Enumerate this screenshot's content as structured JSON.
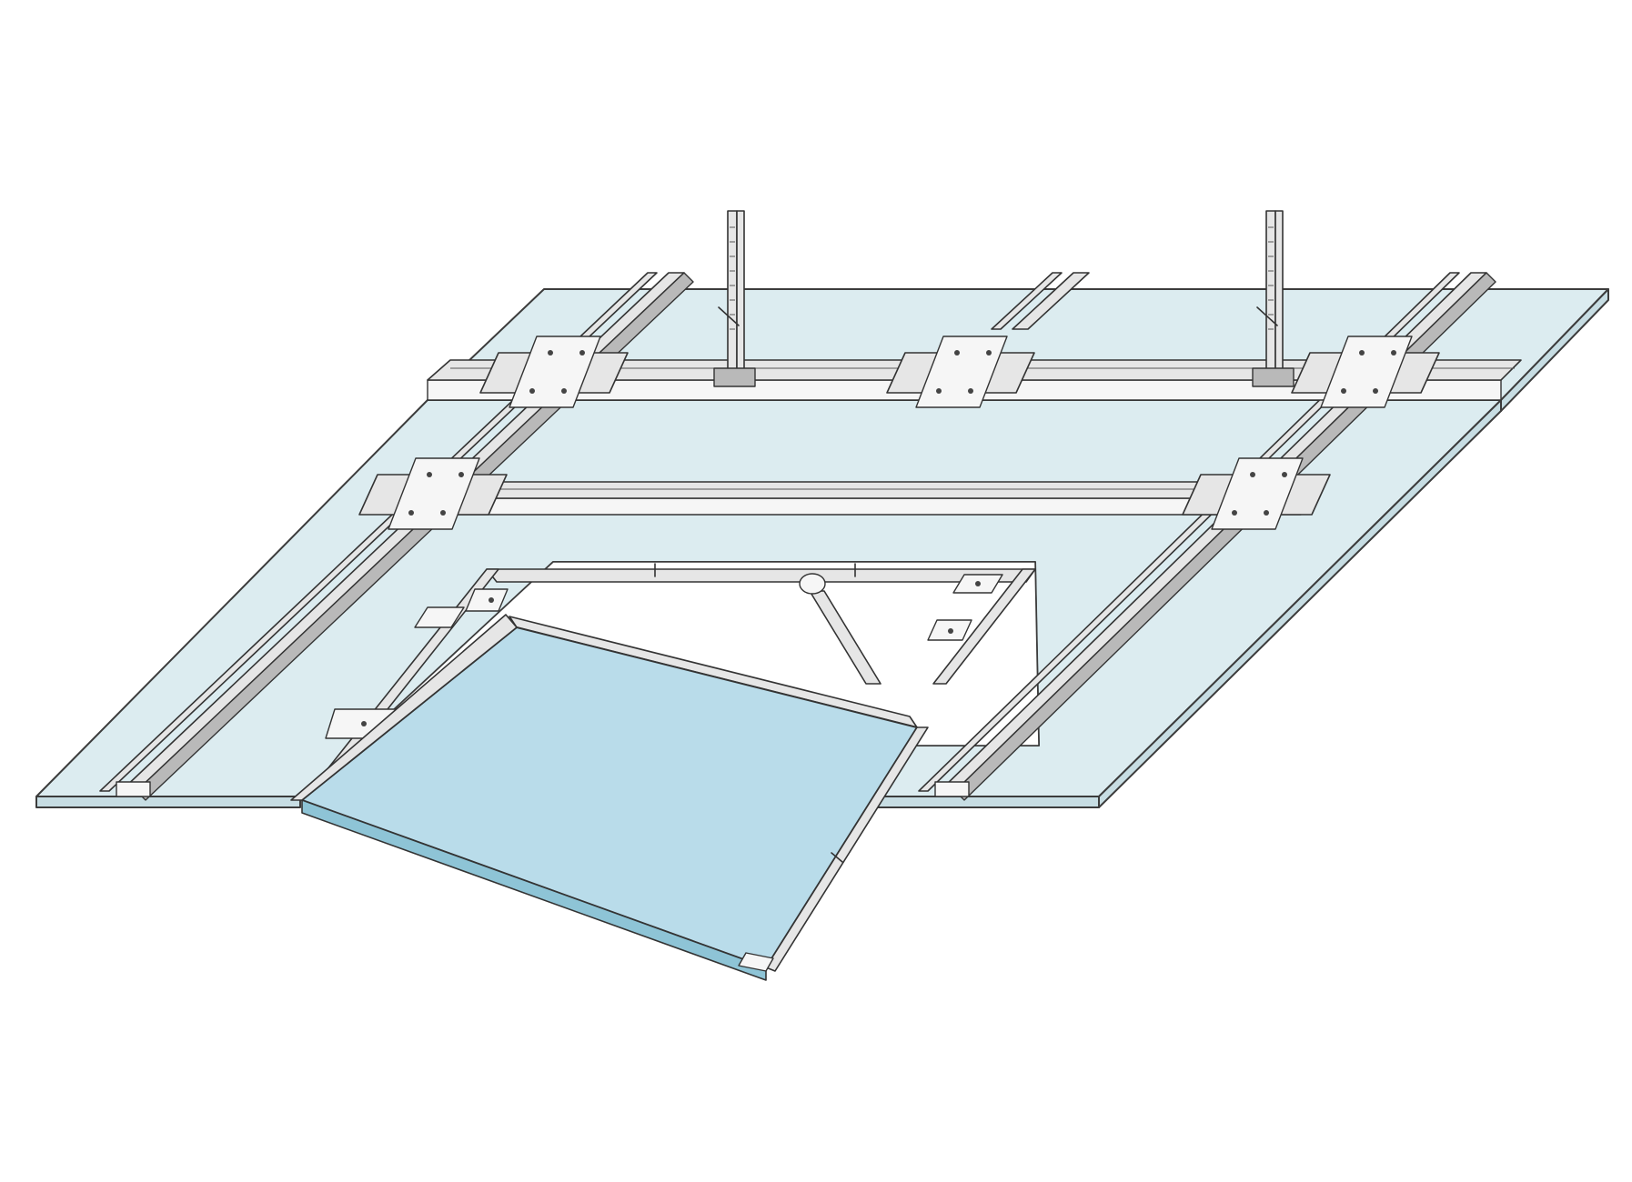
{
  "figure": {
    "components": [
      {
        "id": "plasterboard-ceiling",
        "icon": "board-icon"
      },
      {
        "id": "main-channel-profiles",
        "icon": "channel-icon"
      },
      {
        "id": "cross-connectors",
        "icon": "connector-icon"
      },
      {
        "id": "hanger-rods",
        "icon": "hanger-icon"
      },
      {
        "id": "access-panel-frame",
        "icon": "frame-icon"
      },
      {
        "id": "access-panel-door",
        "icon": "door-icon"
      },
      {
        "id": "safety-strut",
        "icon": "strut-icon"
      }
    ],
    "colors": {
      "board": "#dcecf0",
      "board_edge": "#c7dde3",
      "metal": "#e6e6e6",
      "panel": "#b9dcea",
      "outline": "#333333"
    },
    "panel_open": true
  }
}
